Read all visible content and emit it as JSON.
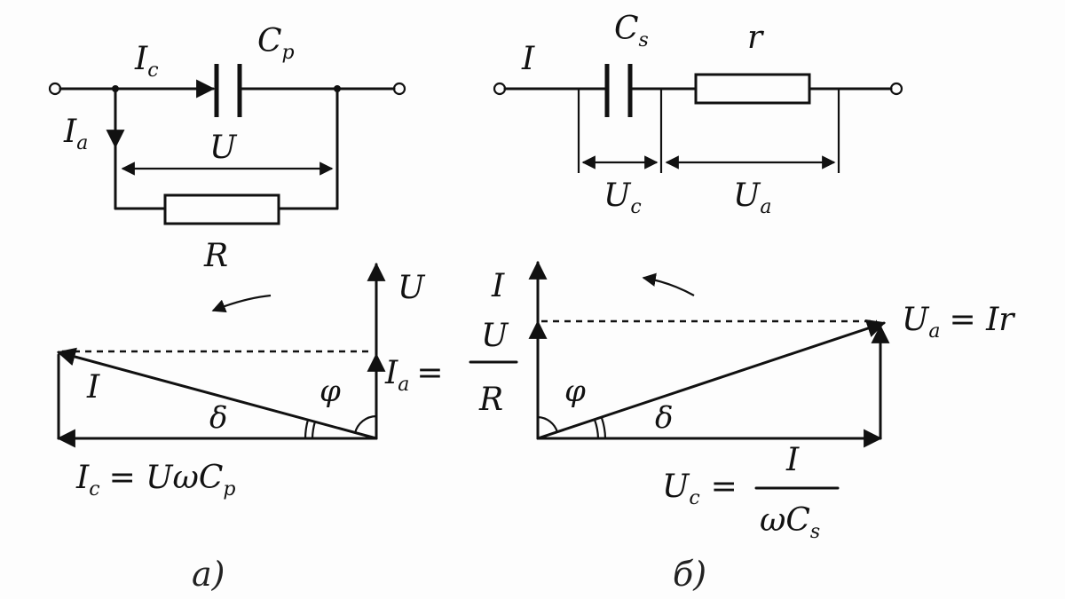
{
  "circuit_a": {
    "ic_main": "I",
    "ic_sub": "c",
    "cp_main": "C",
    "cp_sub": "p",
    "ia_main": "I",
    "ia_sub": "a",
    "u": "U",
    "r": "R"
  },
  "circuit_b": {
    "i": "I",
    "cs_main": "C",
    "cs_sub": "s",
    "r": "r",
    "uc_main": "U",
    "uc_sub": "c",
    "ua_main": "U",
    "ua_sub": "a"
  },
  "phasor_a": {
    "u": "U",
    "i": "I",
    "delta": "δ",
    "phi": "φ",
    "ia_main": "I",
    "ia_sub": "a",
    "ia_eq": "=",
    "frac_num": "U",
    "frac_den": "R",
    "ic_main": "I",
    "ic_sub": "c",
    "ic_eq": "= UωC",
    "ic_tail_sub": "p",
    "caption": "а)"
  },
  "phasor_b": {
    "i": "I",
    "phi": "φ",
    "delta": "δ",
    "ua_main": "U",
    "ua_sub": "a",
    "ua_eq": "= Ir",
    "uc_main": "U",
    "uc_sub": "c",
    "uc_eq": "=",
    "frac_num": "I",
    "frac_den_main": "ωC",
    "frac_den_sub": "s",
    "caption": "б)"
  }
}
